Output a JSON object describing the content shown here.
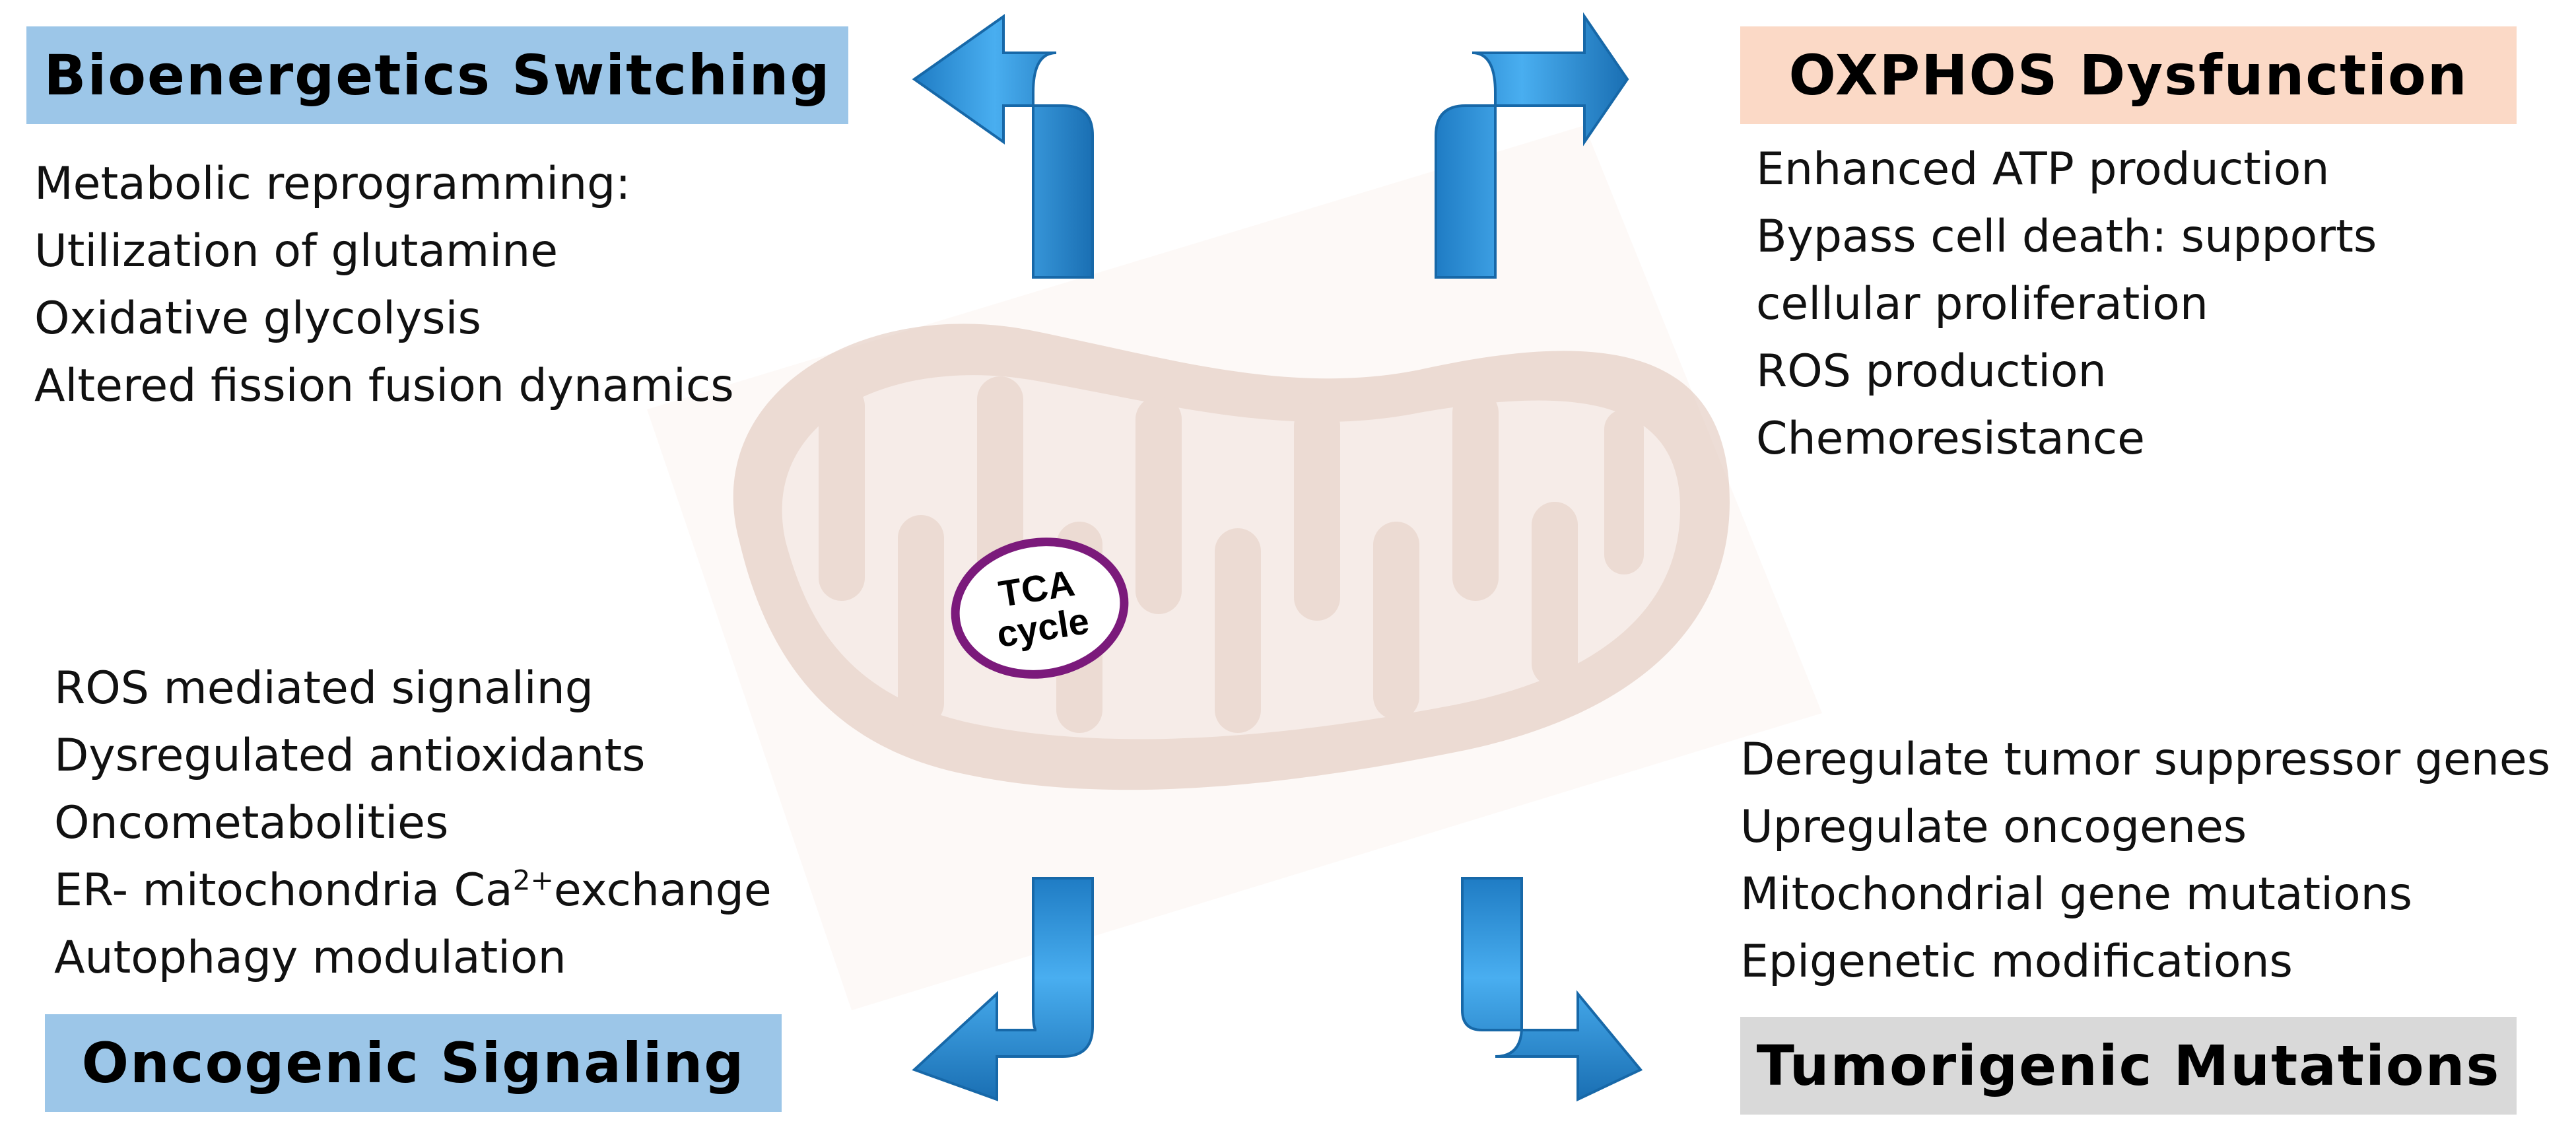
{
  "tca": {
    "line1": "TCA",
    "line2": "cycle"
  },
  "boxes": {
    "bioenergetics": {
      "title": "Bioenergetics Switching",
      "items": [
        "Metabolic reprogramming:",
        "Utilization of glutamine",
        "Oxidative glycolysis",
        "Altered fission fusion dynamics"
      ]
    },
    "oxphos": {
      "title": "OXPHOS Dysfunction",
      "items": [
        "Enhanced ATP production",
        "Bypass cell death: supports",
        "cellular proliferation",
        "ROS production",
        "Chemoresistance"
      ]
    },
    "oncogenic": {
      "title": "Oncogenic Signaling",
      "items": [
        "ROS mediated signaling",
        "Dysregulated antioxidants",
        "Oncometabolities",
        "ER- mitochondria Ca",
        "Autophagy modulation"
      ],
      "ca_superscript": "2+",
      "ca_suffix": "exchange"
    },
    "tumorigenic": {
      "title": "Tumorigenic Mutations",
      "items": [
        "Deregulate tumor suppressor genes",
        "Upregulate oncogenes",
        "Mitochondrial gene mutations",
        "Epigenetic modifications"
      ]
    }
  },
  "colors": {
    "blue_box": "#9cc6e8",
    "peach_box": "#fbd9c6",
    "gray_box": "#d9d9d9",
    "arrow_blue": "#2d90d6",
    "tca_ring": "#7b1a7b",
    "mito_tint": "#e9d3c8"
  }
}
